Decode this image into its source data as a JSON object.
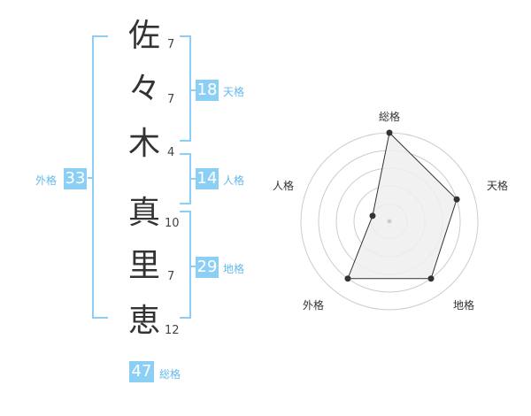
{
  "name_chars": [
    "佐",
    "々",
    "木",
    "真",
    "里",
    "恵"
  ],
  "stroke_counts": [
    "7",
    "7",
    "4",
    "10",
    "7",
    "12"
  ],
  "fortunes": {
    "tenkaku": {
      "value": "18",
      "label": "天格"
    },
    "jinkaku": {
      "value": "14",
      "label": "人格"
    },
    "chikaku": {
      "value": "29",
      "label": "地格"
    },
    "gaikaku": {
      "value": "33",
      "label": "外格"
    },
    "soukaku": {
      "value": "47",
      "label": "総格"
    }
  },
  "radar": {
    "axes": [
      "総格",
      "天格",
      "地格",
      "外格",
      "人格"
    ],
    "levels": [
      5,
      4,
      4,
      4,
      1
    ],
    "max": 5,
    "colors": {
      "grid": "#cccccc",
      "fill": "#eeeeee",
      "line": "#333333",
      "point": "#333333"
    }
  }
}
